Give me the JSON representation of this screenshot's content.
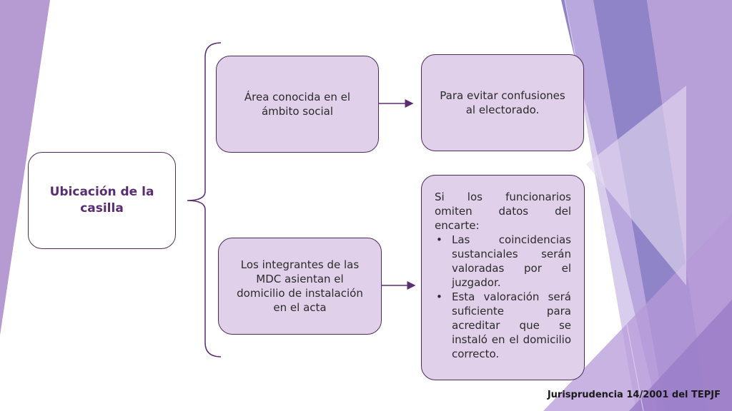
{
  "colors": {
    "accent": "#5a2d73",
    "box_fill": "#e0d0ea",
    "border": "#4f2b5a",
    "deco_purple": "#7b5bb8",
    "deco_lilac": "#b08ed0"
  },
  "root": {
    "label": "Ubicación de la casilla"
  },
  "branches": [
    {
      "label": "Área conocida en el ámbito social",
      "result": "Para evitar confusiones al electorado."
    },
    {
      "label": "Los integrantes de las MDC asientan el domicilio de instalación en el acta"
    }
  ],
  "detail": {
    "intro": "Si los funcionarios omiten datos del encarte:",
    "bullets": [
      "Las coincidencias sustanciales serán valoradas por el juzgador.",
      "Esta valoración será suficiente para acreditar que se instaló en el domicilio correcto."
    ]
  },
  "footer": "Jurisprudencia 14/2001 del TEPJF"
}
